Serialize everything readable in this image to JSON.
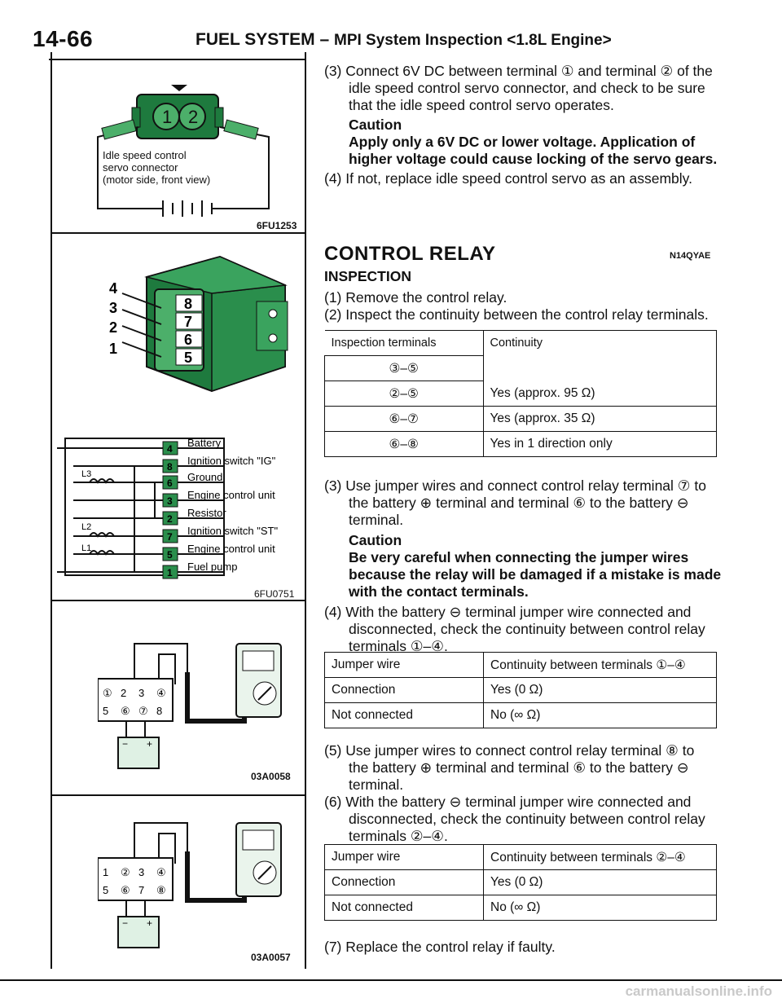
{
  "header": {
    "page_number": "14-66",
    "title": "FUEL SYSTEM –",
    "subtitle": "MPI System Inspection <1.8L Engine>"
  },
  "figures": {
    "fig1": {
      "code": "6FU1253",
      "label_line1": "Idle speed control",
      "label_line2": "servo connector",
      "label_line3": "(motor side, front view)",
      "pin1": "1",
      "pin2": "2"
    },
    "fig2": {
      "labels": [
        "4",
        "3",
        "2",
        "1",
        "8",
        "7",
        "6",
        "5"
      ]
    },
    "fig3": {
      "code": "6FU0751",
      "terminals": [
        "4",
        "8",
        "6",
        "3",
        "2",
        "7",
        "5",
        "1"
      ],
      "labels": [
        "Battery",
        "Ignition switch \"IG\"",
        "Ground",
        "Engine control unit",
        "Resistor",
        "Ignition switch \"ST\"",
        "Engine control unit",
        "Fuel pump"
      ],
      "coil_l1": "L1",
      "coil_l2": "L2",
      "coil_l3": "L3"
    },
    "fig4": {
      "code": "03A0058",
      "row1": [
        "①",
        "2",
        "3",
        "④"
      ],
      "row2": [
        "5",
        "⑥",
        "⑦",
        "8"
      ]
    },
    "fig5": {
      "code": "03A0057",
      "row1": [
        "1",
        "②",
        "3",
        "④"
      ],
      "row2": [
        "5",
        "⑥",
        "7",
        "⑧"
      ]
    }
  },
  "text": {
    "p3_line1": "(3) Connect 6V DC between terminal ① and terminal ② of the",
    "p3_line2": "idle speed control servo connector, and check to be sure",
    "p3_line3": "that the idle speed control servo operates.",
    "caution1_title": "Caution",
    "caution1_line1": "Apply only a 6V DC or lower voltage. Application of",
    "caution1_line2": "higher voltage could cause locking of the servo gears.",
    "p4": "(4) If not, replace idle speed control servo as an assembly.",
    "section_title": "CONTROL RELAY",
    "section_code": "N14QYAE",
    "inspection": "INSPECTION",
    "s1": "(1) Remove the control relay.",
    "s2": "(2) Inspect the continuity between the control relay terminals.",
    "s3_line1": "(3) Use jumper wires and connect control relay terminal ⑦ to",
    "s3_line2": "the battery ⊕ terminal and terminal ⑥ to the battery ⊖",
    "s3_line3": "terminal.",
    "caution2_title": "Caution",
    "caution2_line1": "Be very careful when connecting the jumper wires",
    "caution2_line2": "because the relay will be damaged if a mistake is made",
    "caution2_line3": "with the contact terminals.",
    "s4_line1": "(4) With the battery ⊖ terminal jumper wire connected and",
    "s4_line2": "disconnected, check the continuity between control relay",
    "s4_line3": "terminals ①–④.",
    "s5_line1": "(5) Use jumper wires to connect control relay terminal ⑧ to",
    "s5_line2": "the battery ⊕ terminal and terminal ⑥ to the battery ⊖",
    "s5_line3": "terminal.",
    "s6_line1": "(6) With the battery ⊖ terminal jumper wire connected and",
    "s6_line2": "disconnected, check the continuity between control relay",
    "s6_line3": "terminals ②–④.",
    "s7": "(7) Replace the control relay if faulty."
  },
  "table1": {
    "headers": [
      "Inspection terminals",
      "Continuity"
    ],
    "rows": [
      [
        "③–⑤",
        ""
      ],
      [
        "②–⑤",
        "Yes (approx. 95 Ω)"
      ],
      [
        "⑥–⑦",
        "Yes (approx. 35 Ω)"
      ],
      [
        "⑥–⑧",
        "Yes in 1 direction only"
      ]
    ]
  },
  "table2": {
    "headers": [
      "Jumper wire",
      "Continuity between terminals ①–④"
    ],
    "rows": [
      [
        "Connection",
        "Yes (0 Ω)"
      ],
      [
        "Not connected",
        "No (∞ Ω)"
      ]
    ]
  },
  "table3": {
    "headers": [
      "Jumper wire",
      "Continuity between terminals ②–④"
    ],
    "rows": [
      [
        "Connection",
        "Yes (0 Ω)"
      ],
      [
        "Not connected",
        "No (∞ Ω)"
      ]
    ]
  },
  "watermark": "carmanualsonline.info"
}
